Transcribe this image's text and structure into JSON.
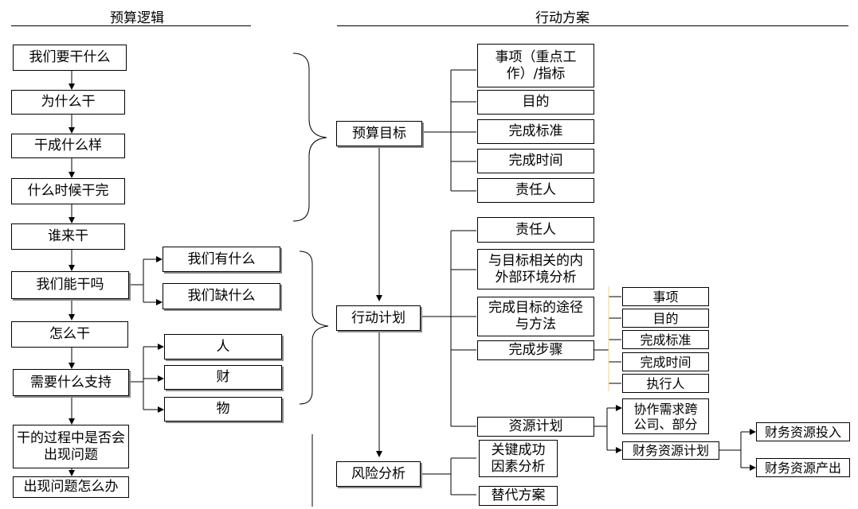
{
  "headings": {
    "left": "预算逻辑",
    "right": "行动方案"
  },
  "logic_steps": [
    "我们要干什么",
    "为什么干",
    "干成什么样",
    "什么时候干完",
    "谁来干",
    "我们能干吗",
    "怎么干",
    "需要什么支持",
    "干的过程中是否会出现问题",
    "出现问题怎么办"
  ],
  "can_do_items": [
    "我们有什么",
    "我们缺什么"
  ],
  "support_items": [
    "人",
    "财",
    "物"
  ],
  "plan_main": [
    "预算目标",
    "行动计划",
    "风险分析"
  ],
  "budget_target_items": [
    "事项（重点工作）/指标",
    "目的",
    "完成标准",
    "完成时间",
    "责任人"
  ],
  "action_plan_items": [
    "责任人",
    "与目标相关的内外部环境分析",
    "完成目标的途径与方法",
    "完成步骤",
    "资源计划"
  ],
  "step_items": [
    "事项",
    "目的",
    "完成标准",
    "完成时间",
    "执行人"
  ],
  "resource_items": [
    "协作需求跨公司、部分",
    "财务资源计划"
  ],
  "finance_items": [
    "财务资源投入",
    "财务资源产出"
  ],
  "risk_items": [
    "关键成功因素分析",
    "替代方案"
  ]
}
